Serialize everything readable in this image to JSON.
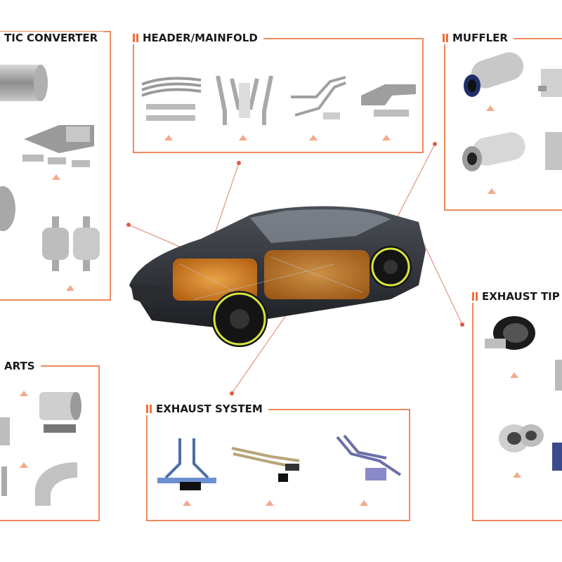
{
  "panels": {
    "catalytic": {
      "title": "TIC CONVERTER"
    },
    "header": {
      "title": "HEADER/MAINFOLD"
    },
    "muffler": {
      "title": "MUFFLER"
    },
    "parts": {
      "title": "ARTS"
    },
    "exhaust_system": {
      "title": "EXHAUST SYSTEM"
    },
    "exhaust_tip": {
      "title": "EXHAUST TIP"
    }
  },
  "colors": {
    "accent": "#ee8a5e",
    "title_bar": "#ef6f3a",
    "triangle": "#f4a98a",
    "connector": "#e05a47"
  }
}
